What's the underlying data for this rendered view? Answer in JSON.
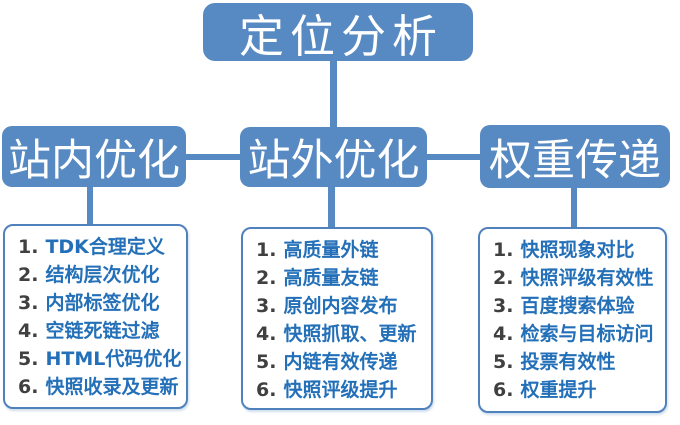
{
  "colors": {
    "node_fill": "#5789C2",
    "node_text": "#FFFFFF",
    "connector": "#5789C2",
    "list_border": "#4F81BD",
    "list_background": "#FFFFFF",
    "item_number_color": "#404040",
    "item_text_color": "#2470B8",
    "page_background": "#FFFFFF"
  },
  "root": {
    "label": "定位分析"
  },
  "branches": [
    {
      "title": "站内优化",
      "items": [
        {
          "num": "1.",
          "text": "TDK合理定义"
        },
        {
          "num": "2.",
          "text": "结构层次优化"
        },
        {
          "num": "3.",
          "text": "内部标签优化"
        },
        {
          "num": "4.",
          "text": "空链死链过滤"
        },
        {
          "num": "5.",
          "text": "HTML代码优化"
        },
        {
          "num": "6.",
          "text": "快照收录及更新"
        }
      ]
    },
    {
      "title": "站外优化",
      "items": [
        {
          "num": "1.",
          "text": "高质量外链"
        },
        {
          "num": "2.",
          "text": "高质量友链"
        },
        {
          "num": "3.",
          "text": "原创内容发布"
        },
        {
          "num": "4.",
          "text": "快照抓取、更新"
        },
        {
          "num": "5.",
          "text": "内链有效传递"
        },
        {
          "num": "6.",
          "text": "快照评级提升"
        }
      ]
    },
    {
      "title": "权重传递",
      "items": [
        {
          "num": "1.",
          "text": "快照现象对比"
        },
        {
          "num": "2.",
          "text": "快照评级有效性"
        },
        {
          "num": "3.",
          "text": "百度搜索体验"
        },
        {
          "num": "4.",
          "text": "检索与目标访问"
        },
        {
          "num": "5.",
          "text": "投票有效性"
        },
        {
          "num": "6.",
          "text": "权重提升"
        }
      ]
    }
  ]
}
